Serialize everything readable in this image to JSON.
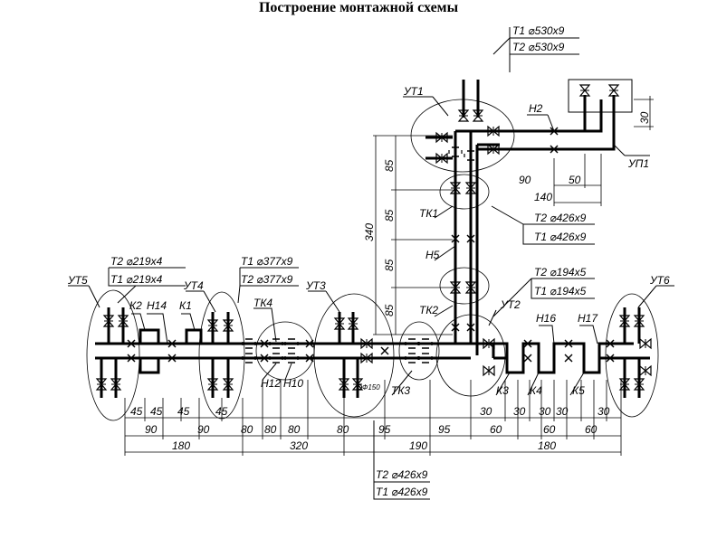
{
  "title": "Построение монтажной схемы",
  "nodes": {
    "ut1": "УТ1",
    "ut2": "УТ2",
    "ut3": "УТ3",
    "ut4": "УТ4",
    "ut5": "УТ5",
    "ut6": "УТ6",
    "up1": "УП1",
    "tk1": "ТК1",
    "tk2": "ТК2",
    "tk3": "ТК3",
    "tk4": "ТК4",
    "n2": "Н2",
    "n5": "Н5",
    "n10": "Н10",
    "n12": "Н12",
    "n14": "Н14",
    "n16": "Н16",
    "n17": "Н17",
    "k1": "К1",
    "k2": "К2",
    "k3": "К3",
    "k4": "К4",
    "k5": "К5"
  },
  "pipes": {
    "main_t1": "Т1 ⌀530х9",
    "main_t2": "Т2 ⌀530х9",
    "mid_t2": "Т2 ⌀426х9",
    "mid_t1": "Т1 ⌀426х9",
    "left_t2": "Т2 ⌀219х4",
    "left_t1": "Т1 ⌀219х4",
    "l377_t1": "Т1 ⌀377х9",
    "l377_t2": "Т2 ⌀377х9",
    "r194_t2": "Т2 ⌀194х5",
    "r194_t1": "Т1 ⌀194х5",
    "bot_t2": "Т2 ⌀426х9",
    "bot_t1": "Т1 ⌀426х9"
  },
  "valve_mark": "Ф150",
  "dims": {
    "up_30": "30",
    "up_90": "90",
    "up_50": "50",
    "up_140": "140",
    "v85a": "85",
    "v85b": "85",
    "v85c": "85",
    "v85d": "85",
    "v340": "340",
    "r1": [
      "45",
      "45",
      "45",
      "45",
      "30",
      "30",
      "30",
      "30",
      "30"
    ],
    "r2": [
      "90",
      "90",
      "80",
      "80",
      "80",
      "80",
      "95",
      "95",
      "60",
      "60",
      "60"
    ],
    "r3": [
      "180",
      "320",
      "190",
      "180"
    ]
  }
}
